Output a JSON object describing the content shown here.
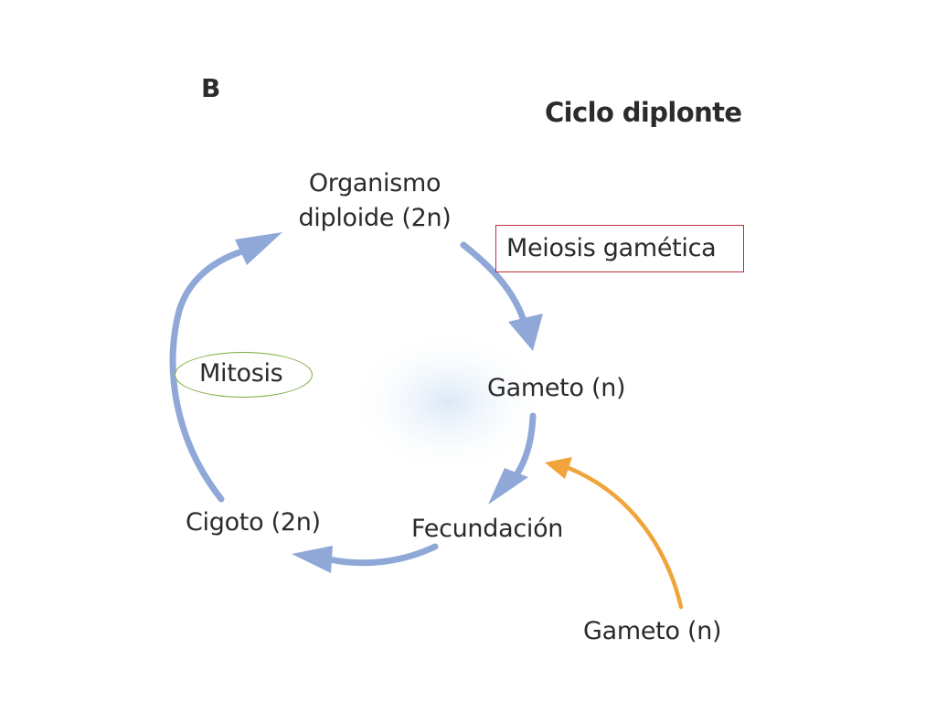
{
  "figure": {
    "panel_letter": "B",
    "title": "Ciclo diplonte"
  },
  "nodes": {
    "organism_line1": "Organismo",
    "organism_line2": "diploide (2n)",
    "gamete_cycle": "Gameto (n)",
    "fertilization": "Fecundación",
    "zygote": "Cigoto (2n)",
    "gamete_external": "Gameto (n)"
  },
  "processes": {
    "meiosis": "Meiosis gamética",
    "mitosis": "Mitosis"
  },
  "colors": {
    "cycle_arrow": "#8fa8d8",
    "external_arrow": "#f0a43a",
    "meiosis_border": "#c0303a",
    "mitosis_border": "#7cab3c",
    "center_glow": "#d6e6f6"
  }
}
